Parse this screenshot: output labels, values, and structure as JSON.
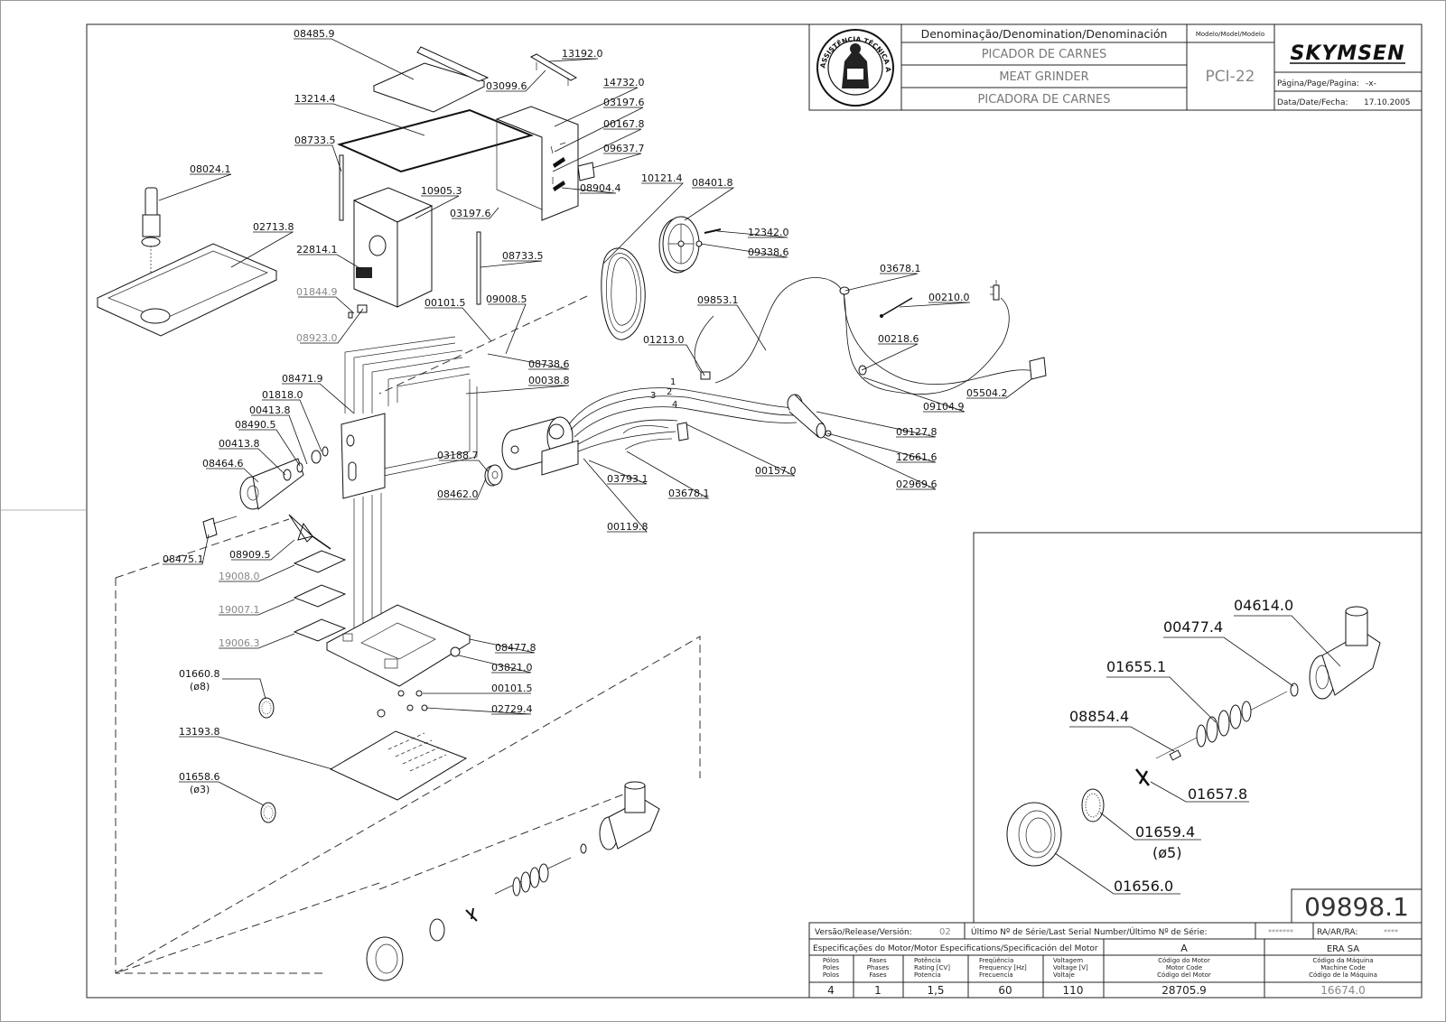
{
  "title_block": {
    "denomination_header": "Denominação/Denomination/Denominación",
    "model_header": "Modelo/Model/Modelo",
    "name_pt": "PICADOR DE CARNES",
    "name_en": "MEAT GRINDER",
    "name_es": "PICADORA DE CARNES",
    "model": "PCI-22",
    "brand": "SKYMSEN",
    "seal_text": "ASSISTÊNCIA TÉCNICA AUTORIZADA",
    "page_label": "Página/Page/Pagina:",
    "page_value": "-x-",
    "date_label": "Data/Date/Fecha:",
    "date_value": "17.10.2005"
  },
  "drawing_number": "09898.1",
  "bottom_block": {
    "version_label": "Versão/Release/Versión:",
    "version_value": "02",
    "serial_label": "Último Nº de Série/Last Serial Number/Último Nº de Série:",
    "serial_value": "*******",
    "ra_label": "RA/AR/RA:",
    "ra_value": "****",
    "motor_spec_label": "Especificações do Motor/Motor Especifications/Specificación del Motor",
    "column_a": "A",
    "column_era": "ERA SA",
    "h_poles": [
      "Pólos",
      "Poles",
      "Polos"
    ],
    "h_phases": [
      "Fases",
      "Phases",
      "Fases"
    ],
    "h_power": [
      "Potência",
      "Rating [CV]",
      "Potencia"
    ],
    "h_freq": [
      "Freqüência",
      "Frequency [Hz]",
      "Frecuencia"
    ],
    "h_volt": [
      "Voltagem",
      "Voltage [V]",
      "Voltaje"
    ],
    "h_motor_code": [
      "Código do Motor",
      "Motor Code",
      "Código del Motor"
    ],
    "h_machine_code": [
      "Código da Máquina",
      "Machine Code",
      "Código de la Máquina"
    ],
    "poles": "4",
    "phases": "1",
    "power": "1,5",
    "frequency": "60",
    "voltage": "110",
    "motor_code": "28705.9",
    "machine_code": "16674.0"
  },
  "parts": [
    "08485.9",
    "13192.0",
    "03099.6",
    "14732.0",
    "13214.4",
    "03197.6",
    "00167.8",
    "08733.5",
    "09637.7",
    "08024.1",
    "10905.3",
    "08904.4",
    "10121.4",
    "08401.8",
    "03197.6",
    "02713.8",
    "12342.0",
    "22814.1",
    "08733.5",
    "09338.6",
    "01844.9",
    "03678.1",
    "00101.5",
    "09008.5",
    "09853.1",
    "00210.0",
    "08923.0",
    "01213.0",
    "00218.6",
    "08738.6",
    "08471.9",
    "00038.8",
    "01818.0",
    "05504.2",
    "00413.8",
    "09104.9",
    "08490.5",
    "03188.7",
    "09127.8",
    "00413.8",
    "12661.6",
    "08464.6",
    "02969.6",
    "03793.1",
    "00157.0",
    "08462.0",
    "03678.1",
    "00119.8",
    "08475.1",
    "08909.5",
    "19008.0",
    "19007.1",
    "08477.8",
    "19006.3",
    "03821.0",
    "01660.8",
    "(ø8)",
    "00101.5",
    "02729.4",
    "13193.8",
    "01658.6",
    "(ø3)"
  ],
  "detail_parts": [
    "04614.0",
    "00477.4",
    "01655.1",
    "08854.4",
    "01657.8",
    "01659.4",
    "(ø5)",
    "01656.0"
  ],
  "wire_numbers": [
    "1",
    "2",
    "3",
    "4"
  ]
}
